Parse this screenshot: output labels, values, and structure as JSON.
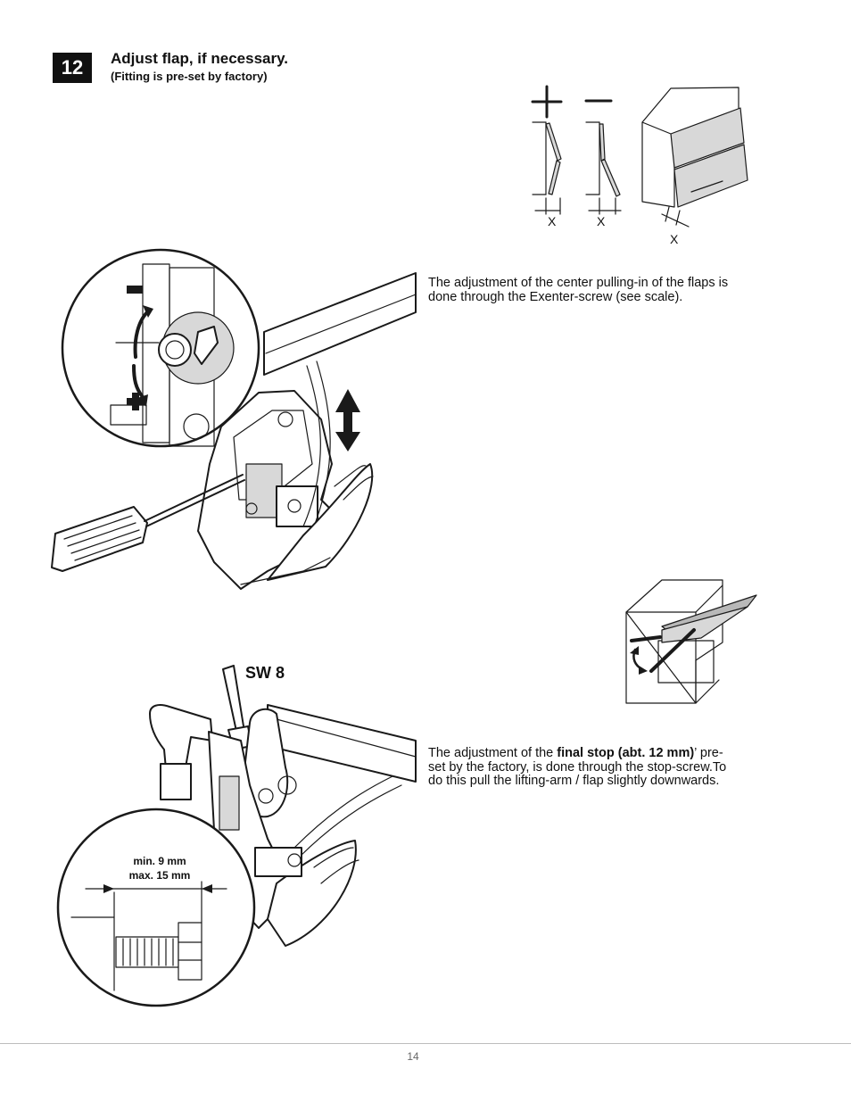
{
  "step": {
    "number": "12",
    "title": "Adjust flap, if necessary.",
    "subtitle": "(Fitting is pre-set by factory)"
  },
  "section1": {
    "scale_plus": "+",
    "scale_minus": "–",
    "dimension_label": "X",
    "text": "The adjustment of the center pulling-in of the flaps is done through the Exenter-screw (see scale)."
  },
  "section2": {
    "wrench_label": "SW 8",
    "min_label": "min. 9 mm",
    "max_label": "max. 15 mm",
    "text_before": "The adjustment of the ",
    "text_bold": "final stop (abt. 12 mm)",
    "text_after": "’ pre-set by the factory, is done through the stop-screw.To do this pull the lifting-arm / flap slightly downwards."
  },
  "footer": {
    "page_number": "14"
  },
  "colors": {
    "ink": "#1a1a1a",
    "badge": "#111111",
    "rule": "#bdbdbd"
  }
}
